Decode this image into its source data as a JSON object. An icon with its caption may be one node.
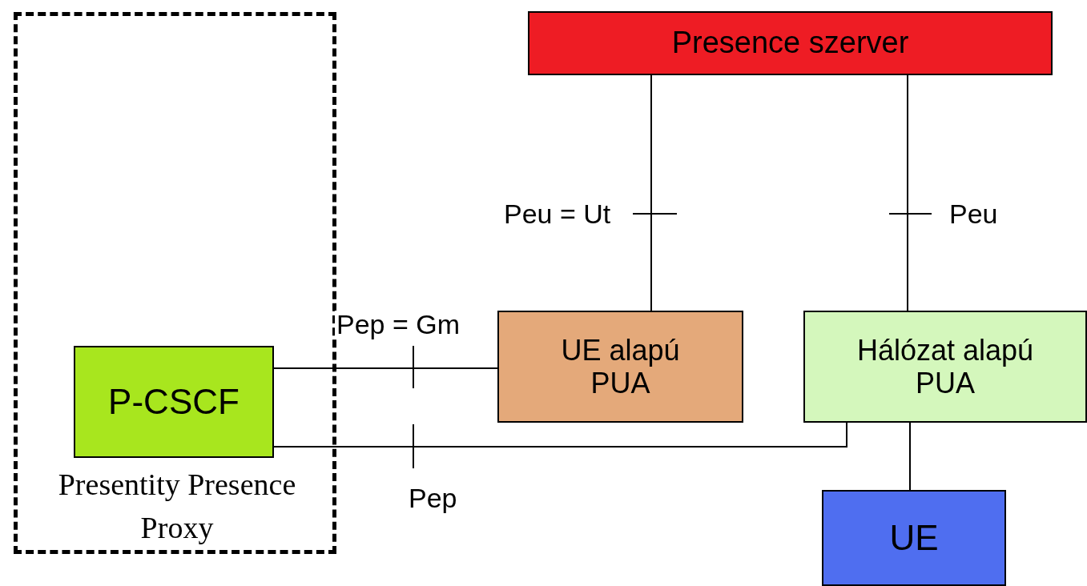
{
  "diagram": {
    "nodes": [
      {
        "text": [
          "Presentity Presence Proxy"
        ]
      },
      {
        "text": [
          "P-CSCF"
        ],
        "in": 0
      },
      {
        "text": [
          "Presence szerver"
        ]
      },
      {
        "text": [
          "UE alapú PUA"
        ]
      },
      {
        "text": [
          "Hálózat alapú PUA"
        ]
      },
      {
        "text": [
          "UE"
        ]
      }
    ],
    "edges": [
      {
        "from": 3,
        "to": 2,
        "arrow": "none",
        "label": "Peu = Ut"
      },
      {
        "from": 4,
        "to": 2,
        "arrow": "none",
        "label": "Peu"
      },
      {
        "from": 1,
        "to": 3,
        "arrow": "none",
        "label": "Pep = Gm"
      },
      {
        "from": 1,
        "to": 4,
        "arrow": "none",
        "label": "Pep"
      },
      {
        "from": 4,
        "to": 5,
        "arrow": "none"
      }
    ]
  }
}
